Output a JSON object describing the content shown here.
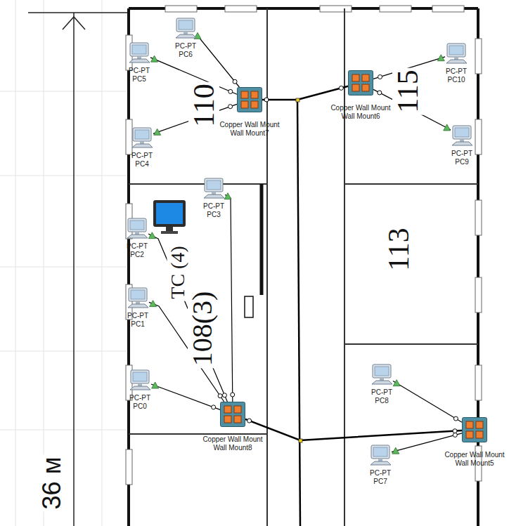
{
  "diagram": {
    "nodes": [
      {
        "text": [
          "PC-PT",
          "PC6"
        ]
      },
      {
        "text": [
          "PC-PT",
          "PC5"
        ]
      },
      {
        "text": [
          "PC-PT",
          "PC10"
        ]
      },
      {
        "text": [
          "Copper Wall Mount",
          "Wall Mount7"
        ]
      },
      {
        "text": [
          "Copper Wall Mount",
          "Wall Mount6"
        ]
      },
      {
        "text": [
          "PC-PT",
          "PC4"
        ]
      },
      {
        "text": [
          "PC-PT",
          "PC9"
        ]
      },
      {
        "text": [
          "PC-PT",
          "PC3"
        ]
      },
      {
        "text": [
          "PC-PT",
          "PC2"
        ]
      },
      {
        "text": [
          "PC-PT",
          "PC1"
        ]
      },
      {
        "text": [
          "PC-PT",
          "PC8"
        ]
      },
      {
        "text": [
          "PC-PT",
          "PC0"
        ]
      },
      {
        "text": [
          "Copper Wall Mount",
          "Wall Mount8"
        ]
      },
      {
        "text": [
          "Copper Wall Mount",
          "Wall Mount5"
        ]
      },
      {
        "text": [
          "PC-PT",
          "PC7"
        ]
      }
    ],
    "edges": [
      {
        "from": 1,
        "to": 3,
        "arrow": "none"
      },
      {
        "from": 0,
        "to": 3,
        "arrow": "none"
      },
      {
        "from": 5,
        "to": 3,
        "arrow": "none"
      },
      {
        "from": 3,
        "to": 4,
        "arrow": "none"
      },
      {
        "from": 2,
        "to": 4,
        "arrow": "none"
      },
      {
        "from": 6,
        "to": 4,
        "arrow": "none"
      },
      {
        "from": 7,
        "to": 12,
        "arrow": "none"
      },
      {
        "from": 8,
        "to": 12,
        "arrow": "none"
      },
      {
        "from": 9,
        "to": 12,
        "arrow": "none"
      },
      {
        "from": 11,
        "to": 12,
        "arrow": "none"
      },
      {
        "from": 12,
        "to": 13,
        "arrow": "none"
      },
      {
        "from": 10,
        "to": 13,
        "arrow": "none"
      },
      {
        "from": 14,
        "to": 13,
        "arrow": "none"
      }
    ],
    "labels": [
      "110",
      "115",
      "113",
      "108(3)",
      "ТС (4)",
      "36 м"
    ]
  }
}
